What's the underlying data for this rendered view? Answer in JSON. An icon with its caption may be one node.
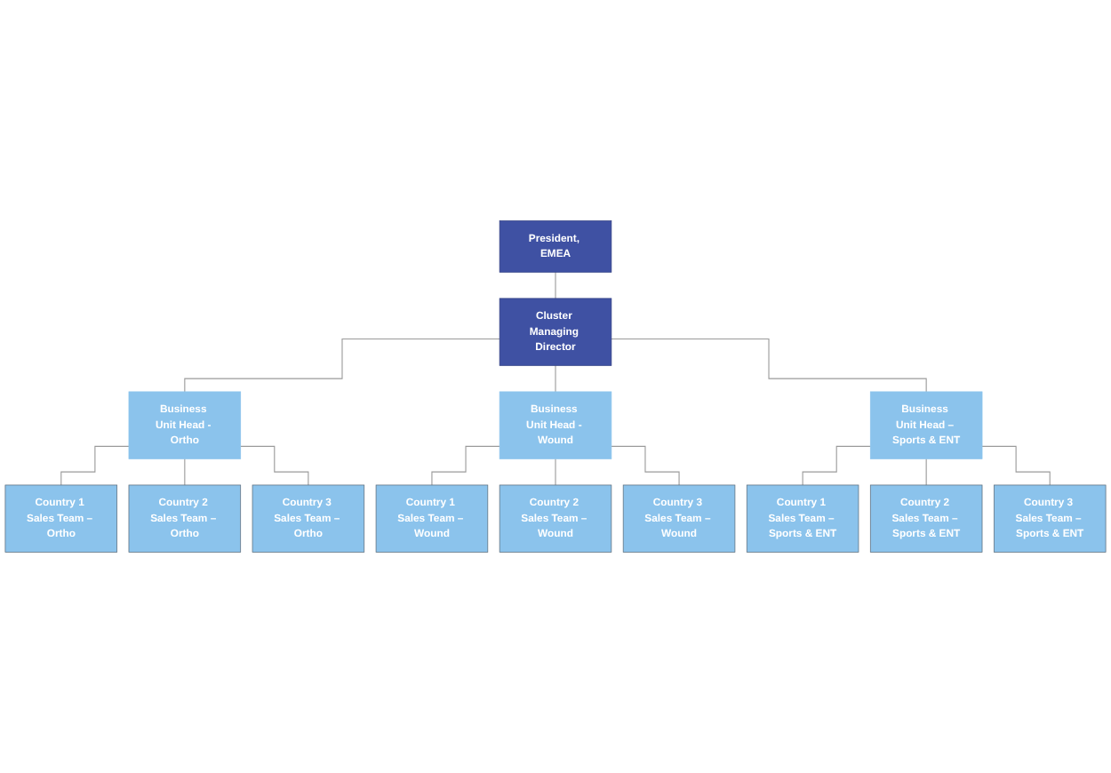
{
  "diagram": {
    "nodes": [
      {
        "text": [
          "President, EMEA"
        ]
      },
      {
        "text": [
          "Cluster Managing Director"
        ]
      },
      {
        "text": [
          "Business Unit Head - Ortho"
        ]
      },
      {
        "text": [
          "Business Unit Head - Wound"
        ]
      },
      {
        "text": [
          "Business Unit Head – Sports & ENT"
        ]
      },
      {
        "text": [
          "Country 1 Sales Team – Ortho"
        ]
      },
      {
        "text": [
          "Country 2 Sales Team – Ortho"
        ]
      },
      {
        "text": [
          "Country 3 Sales Team – Ortho"
        ]
      },
      {
        "text": [
          "Country 1 Sales Team – Wound"
        ]
      },
      {
        "text": [
          "Country 2 Sales Team – Wound"
        ]
      },
      {
        "text": [
          "Country 3 Sales Team – Wound"
        ]
      },
      {
        "text": [
          "Country 1 Sales Team – Sports & ENT"
        ]
      },
      {
        "text": [
          "Country 2 Sales Team – Sports & ENT"
        ]
      },
      {
        "text": [
          "Country 3 Sales Team – Sports & ENT"
        ]
      }
    ],
    "edges": [
      {
        "from": 0,
        "to": 1,
        "arrow": "none"
      },
      {
        "from": 1,
        "to": 2,
        "arrow": "none"
      },
      {
        "from": 1,
        "to": 3,
        "arrow": "none"
      },
      {
        "from": 1,
        "to": 4,
        "arrow": "none"
      },
      {
        "from": 2,
        "to": 5,
        "arrow": "none"
      },
      {
        "from": 2,
        "to": 6,
        "arrow": "none"
      },
      {
        "from": 2,
        "to": 7,
        "arrow": "none"
      },
      {
        "from": 3,
        "to": 8,
        "arrow": "none"
      },
      {
        "from": 3,
        "to": 9,
        "arrow": "none"
      },
      {
        "from": 3,
        "to": 10,
        "arrow": "none"
      },
      {
        "from": 4,
        "to": 11,
        "arrow": "none"
      },
      {
        "from": 4,
        "to": 12,
        "arrow": "none"
      },
      {
        "from": 4,
        "to": 13,
        "arrow": "none"
      }
    ]
  }
}
